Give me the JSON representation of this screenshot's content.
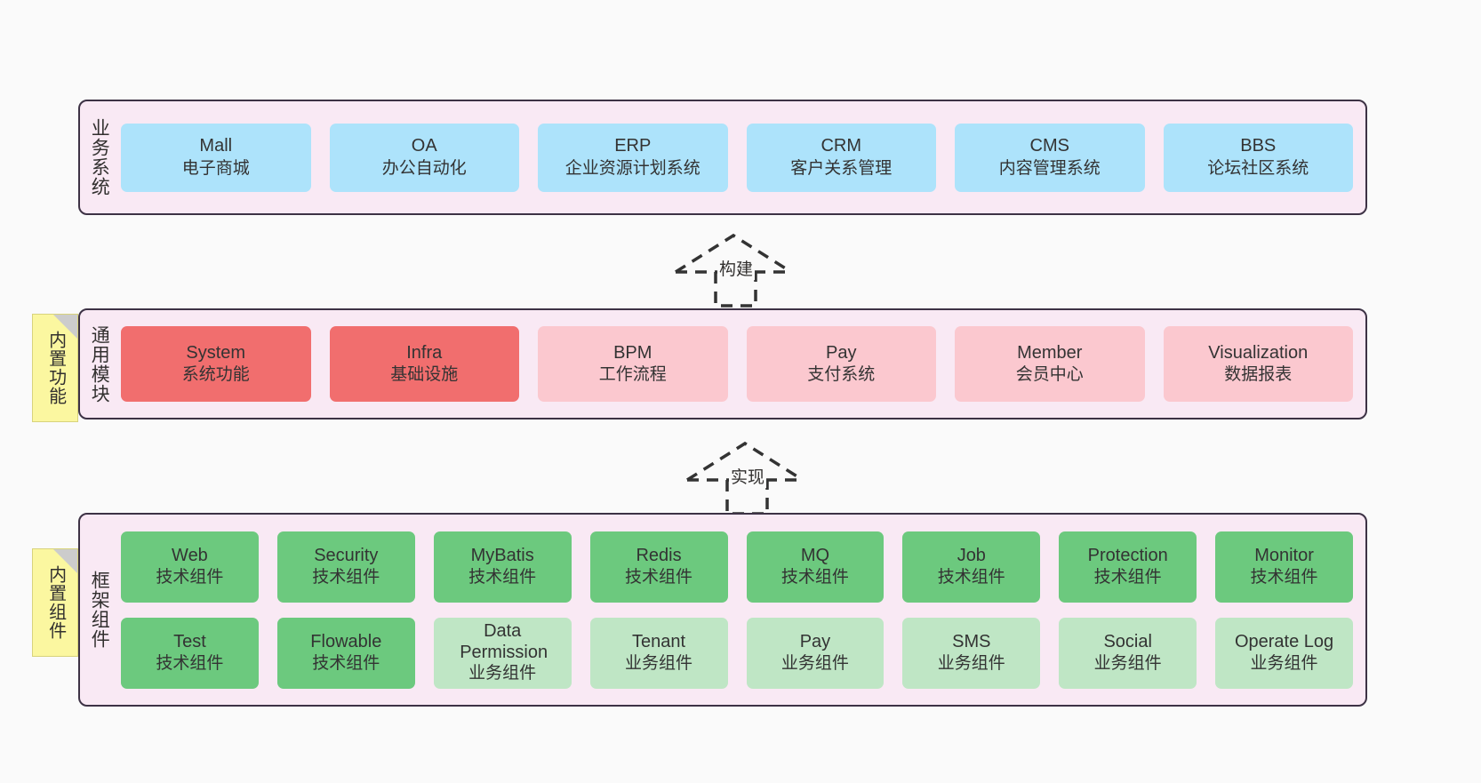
{
  "diagram": {
    "background": "#fafafa",
    "layers": [
      {
        "id": "business-system",
        "title": "业务系统",
        "cards": [
          {
            "name": "Mall",
            "sub": "电子商城",
            "color": "#ade3fb"
          },
          {
            "name": "OA",
            "sub": "办公自动化",
            "color": "#ade3fb"
          },
          {
            "name": "ERP",
            "sub": "企业资源计划系统",
            "color": "#ade3fb"
          },
          {
            "name": "CRM",
            "sub": "客户关系管理",
            "color": "#ade3fb"
          },
          {
            "name": "CMS",
            "sub": "内容管理系统",
            "color": "#ade3fb"
          },
          {
            "name": "BBS",
            "sub": "论坛社区系统",
            "color": "#ade3fb"
          }
        ]
      },
      {
        "id": "common-module",
        "title": "通用模块",
        "note": "内置功能",
        "cards": [
          {
            "name": "System",
            "sub": "系统功能",
            "color": "#f16e6e"
          },
          {
            "name": "Infra",
            "sub": "基础设施",
            "color": "#f16e6e"
          },
          {
            "name": "BPM",
            "sub": "工作流程",
            "color": "#fbc8cf"
          },
          {
            "name": "Pay",
            "sub": "支付系统",
            "color": "#fbc8cf"
          },
          {
            "name": "Member",
            "sub": "会员中心",
            "color": "#fbc8cf"
          },
          {
            "name": "Visualization",
            "sub": "数据报表",
            "color": "#fbc8cf"
          }
        ]
      },
      {
        "id": "framework-component",
        "title": "框架组件",
        "note": "内置组件",
        "rows": [
          [
            {
              "name": "Web",
              "sub": "技术组件",
              "color": "#6cc97e"
            },
            {
              "name": "Security",
              "sub": "技术组件",
              "color": "#6cc97e"
            },
            {
              "name": "MyBatis",
              "sub": "技术组件",
              "color": "#6cc97e"
            },
            {
              "name": "Redis",
              "sub": "技术组件",
              "color": "#6cc97e"
            },
            {
              "name": "MQ",
              "sub": "技术组件",
              "color": "#6cc97e"
            },
            {
              "name": "Job",
              "sub": "技术组件",
              "color": "#6cc97e"
            },
            {
              "name": "Protection",
              "sub": "技术组件",
              "color": "#6cc97e"
            },
            {
              "name": "Monitor",
              "sub": "技术组件",
              "color": "#6cc97e"
            }
          ],
          [
            {
              "name": "Test",
              "sub": "技术组件",
              "color": "#6cc97e"
            },
            {
              "name": "Flowable",
              "sub": "技术组件",
              "color": "#6cc97e"
            },
            {
              "name": "Data Permission",
              "sub": "业务组件",
              "color": "#bfe6c5"
            },
            {
              "name": "Tenant",
              "sub": "业务组件",
              "color": "#bfe6c5"
            },
            {
              "name": "Pay",
              "sub": "业务组件",
              "color": "#bfe6c5"
            },
            {
              "name": "SMS",
              "sub": "业务组件",
              "color": "#bfe6c5"
            },
            {
              "name": "Social",
              "sub": "业务组件",
              "color": "#bfe6c5"
            },
            {
              "name": "Operate Log",
              "sub": "业务组件",
              "color": "#bfe6c5"
            }
          ]
        ]
      }
    ],
    "connectors": [
      {
        "id": "build",
        "label": "构建"
      },
      {
        "id": "implement",
        "label": "实现"
      }
    ]
  }
}
